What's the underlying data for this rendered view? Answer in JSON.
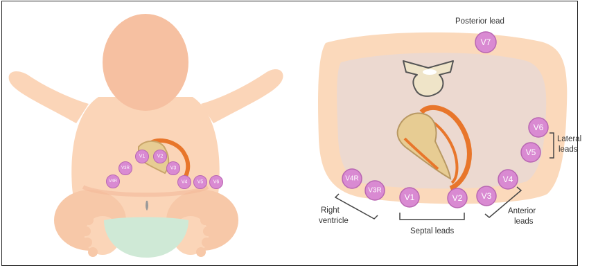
{
  "infant_leads": [
    "V4R",
    "V3R",
    "V1",
    "V2",
    "V3",
    "V4",
    "V5",
    "V6"
  ],
  "cross_section_leads": {
    "v7": "V7",
    "v6": "V6",
    "v5": "V5",
    "v4": "V4",
    "v3": "V3",
    "v2": "V2",
    "v1": "V1",
    "v3r": "V3R",
    "v4r": "V4R"
  },
  "labels": {
    "posterior": "Posterior lead",
    "lateral_1": "Lateral",
    "lateral_2": "leads",
    "right_1": "Right",
    "right_2": "ventricle",
    "septal": "Septal leads",
    "anterior_1": "Anterior",
    "anterior_2": "leads"
  },
  "colors": {
    "skin": "#fbd5b8",
    "skin_dark": "#f6bfa0",
    "lead_fill": "#d98ad2",
    "lead_stroke": "#b866b2",
    "heart_orange": "#e8762b",
    "heart_tan": "#e7cc93",
    "diaper": "#cfe9d6",
    "torso_inner": "#ecd9d0"
  }
}
